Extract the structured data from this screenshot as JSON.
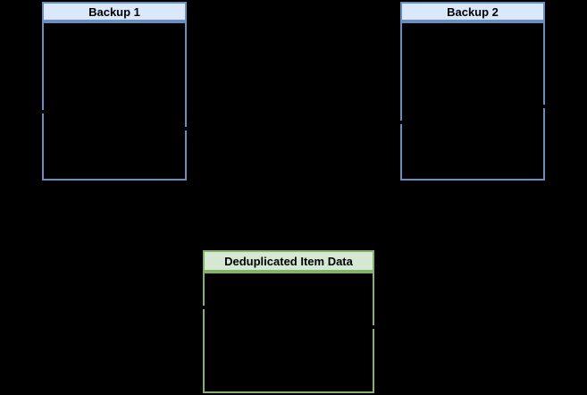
{
  "canvas": {
    "background_color": "#000000"
  },
  "boxes": [
    {
      "id": "backup-1",
      "title": "Backup 1",
      "header_fill": "#dae8fc",
      "stroke_color": "#6c8ebf",
      "body_fill": "#000000",
      "title_color": "#000000"
    },
    {
      "id": "backup-2",
      "title": "Backup 2",
      "header_fill": "#dae8fc",
      "stroke_color": "#6c8ebf",
      "body_fill": "#000000",
      "title_color": "#000000"
    },
    {
      "id": "deduplicated-item-data",
      "title": "Deduplicated Item Data",
      "header_fill": "#d5e8d4",
      "stroke_color": "#82b366",
      "body_fill": "#000000",
      "title_color": "#000000"
    }
  ],
  "connector_ticks": {
    "color": "#000000",
    "count": 6
  }
}
